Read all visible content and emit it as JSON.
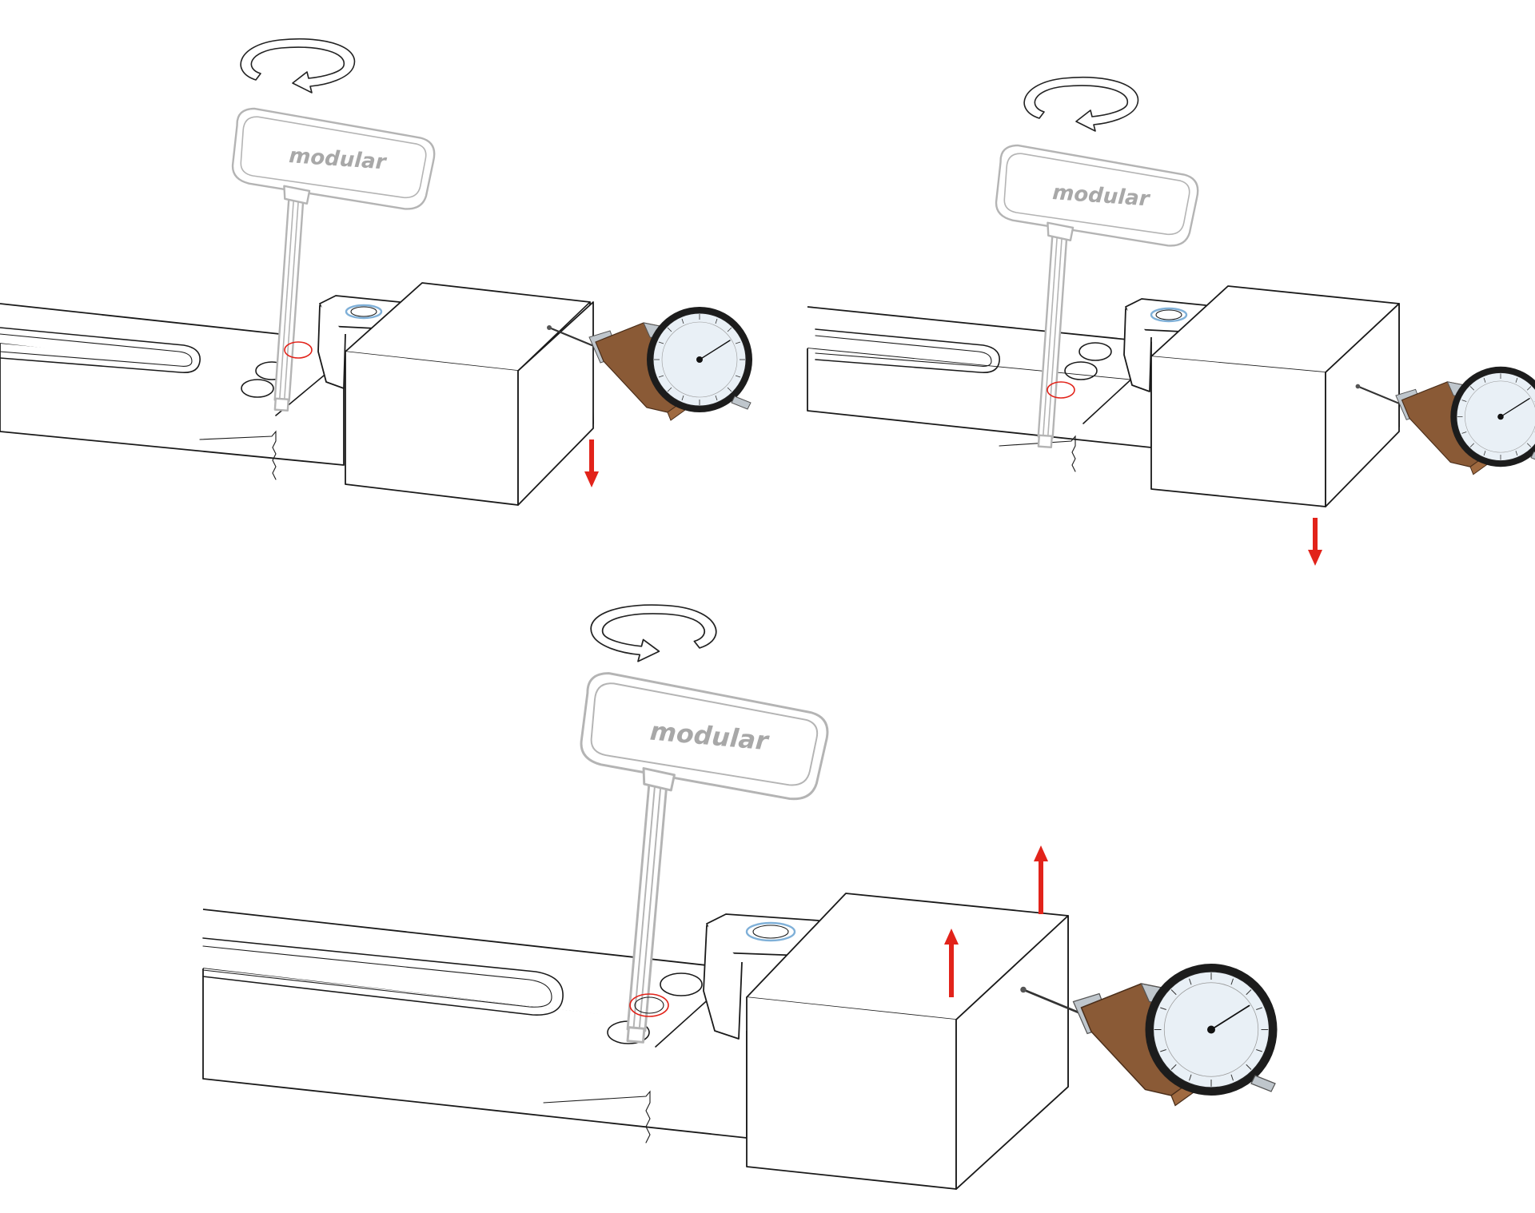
{
  "brand_text": "modular",
  "colors": {
    "indicator_arrow": "#e2231a",
    "highlight_ring": "#e2231a",
    "tool_outline": "#b4b4b4",
    "dial_body": "#8a5a36",
    "dial_face": "#e9f0f6",
    "line_art": "#1a1a1a"
  },
  "panels": [
    {
      "id": "step-1",
      "rotation": "clockwise",
      "movement": "down",
      "arrow_count": 1
    },
    {
      "id": "step-2",
      "rotation": "clockwise",
      "movement": "down",
      "arrow_count": 1
    },
    {
      "id": "step-3",
      "rotation": "counterclockwise",
      "movement": "up",
      "arrow_count": 2
    }
  ],
  "icons": [
    "rotation-arrow-icon",
    "t-handle-wrench-icon",
    "dial-test-indicator-icon",
    "red-direction-arrow-icon"
  ]
}
